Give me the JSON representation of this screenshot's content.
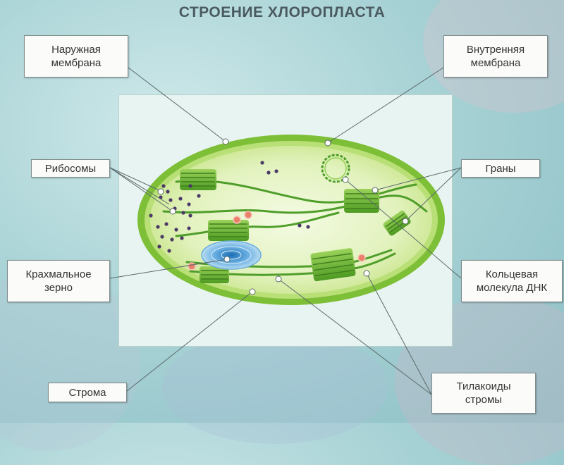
{
  "title": "СТРОЕНИЕ ХЛОРОПЛАСТА",
  "labels": {
    "outer_membrane": "Наружная\nмембрана",
    "inner_membrane": "Внутренняя\nмембрана",
    "ribosomes": "Рибосомы",
    "grana": "Граны",
    "starch_grain": "Крахмальное\nзерно",
    "circular_dna": "Кольцевая\nмолекула ДНК",
    "stroma": "Строма",
    "stroma_thylakoids": "Тилакоиды\nстромы"
  },
  "colors": {
    "outer_membrane": "#8cc63f",
    "inner_membrane": "#c8e68a",
    "stroma": "#eef7d6",
    "thylakoid": "#5fae2e",
    "starch": "#3a86c8",
    "ribosome": "#4b3a66",
    "lipid_droplet": "#e9806a",
    "leader_line": "#5a6a6a"
  }
}
